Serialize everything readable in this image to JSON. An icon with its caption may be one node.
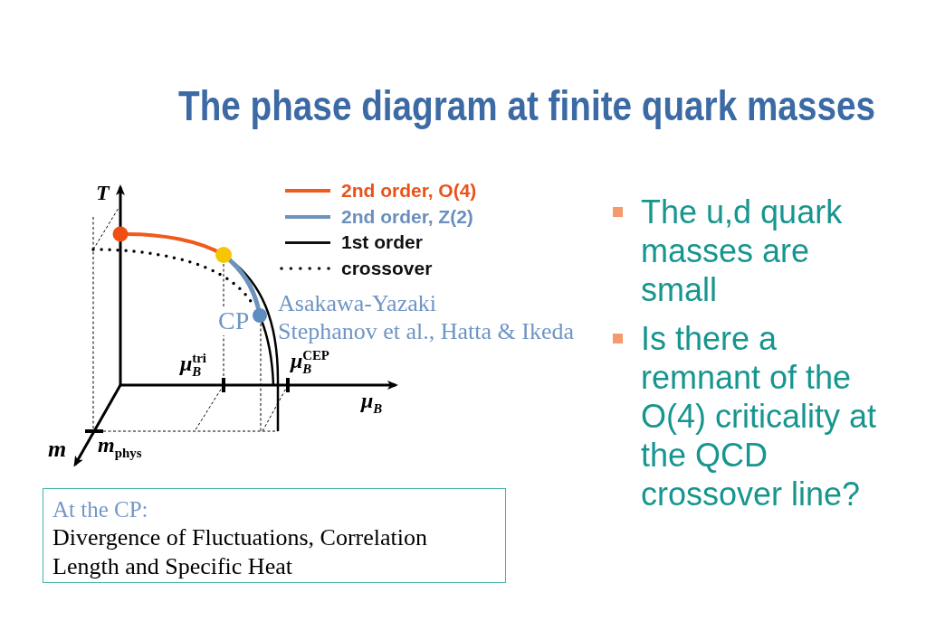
{
  "diagram": {
    "title": "The phase diagram at finite quark masses",
    "nodes": [
      {
        "text": [
          "At the CP:",
          "Divergence of Fluctuations, Correlation Length and Specific Heat"
        ]
      }
    ],
    "labels": [
      "T",
      "Asakawa-Yazaki",
      "CP",
      "Stephanov et al., Hatta & Ikeda",
      "μ$_{B}$$^{tri}$",
      "μ$_{B}$$^{CEP}$",
      "μ$_{B}$",
      "m",
      "m$_{phys}$",
      "The u,d quark masses are small",
      "Is there a remnant of the O(4) criticality at the QCD crossover line?"
    ],
    "legend": [
      {
        "text": "2nd order, O(4)"
      },
      {
        "text": "2nd order, Z(2)"
      },
      {
        "text": "1st order"
      },
      {
        "text": "crossover"
      }
    ]
  }
}
